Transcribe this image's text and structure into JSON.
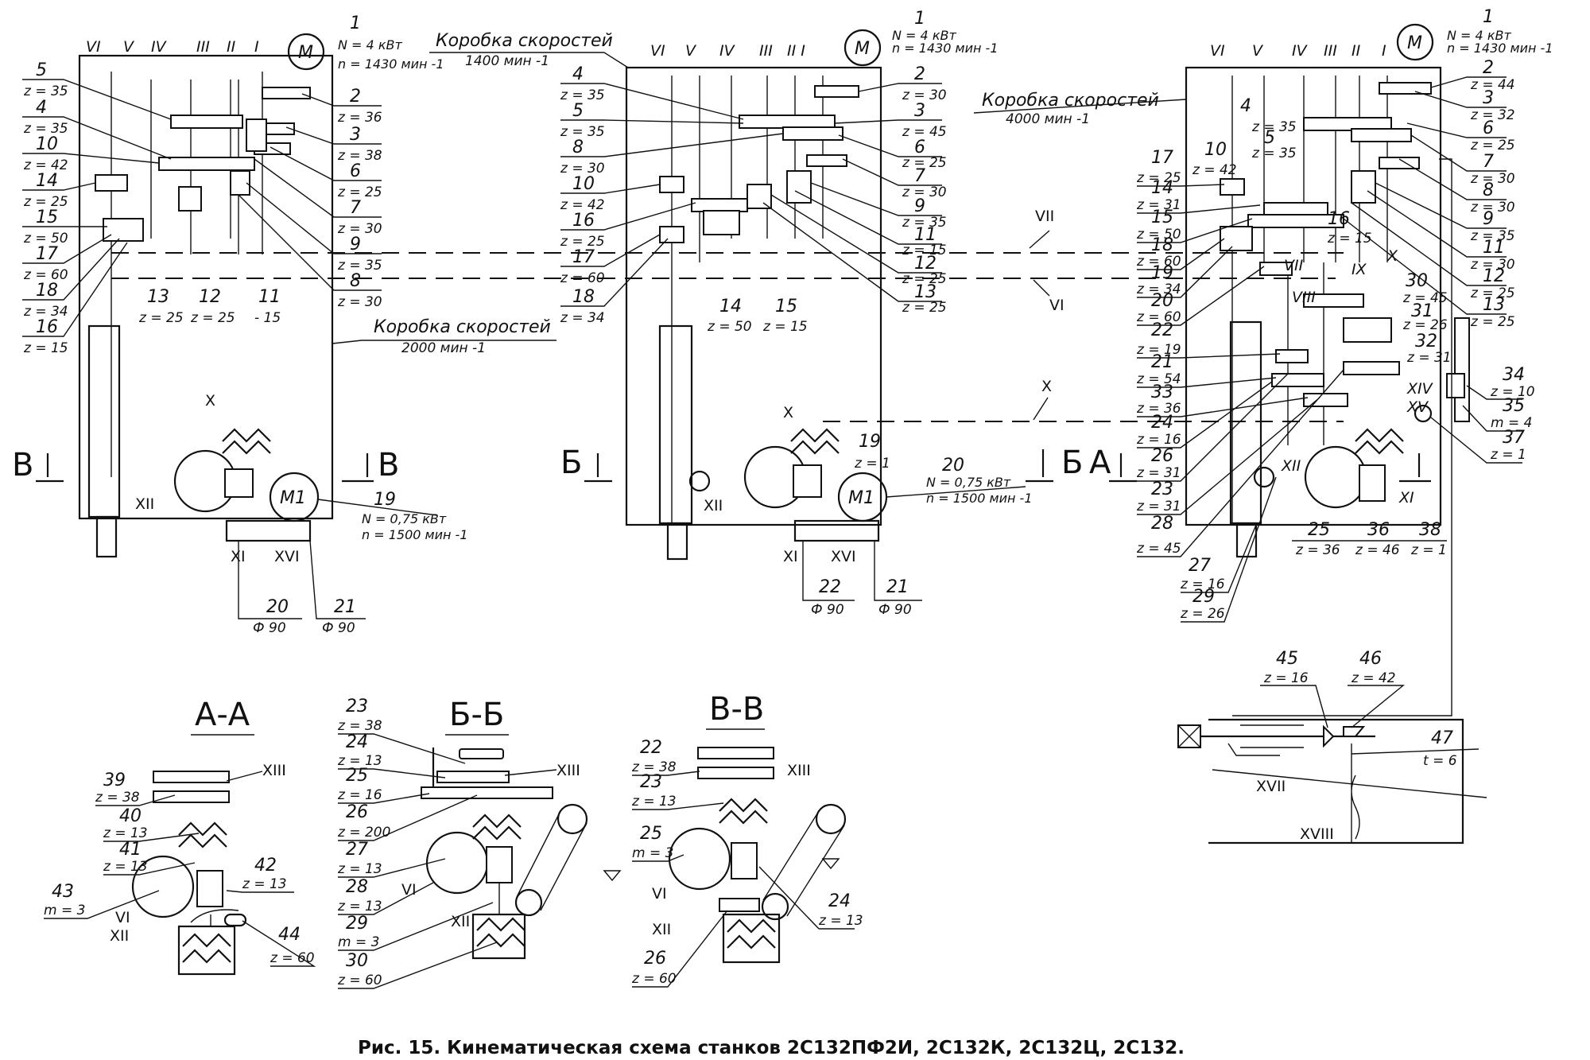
{
  "caption": "Рис.   15.   Кинематическая   схема   станков   2С132ПФ2И,   2С132К,   2С132Ц,   2С132.",
  "boxes": [
    {
      "title": "Коробка скоростей",
      "speed": "2000 мин -1"
    },
    {
      "title": "Коробка скоростей",
      "speed": "1400 мин -1"
    },
    {
      "title": "Коробка скоростей",
      "speed": "4000 мин -1"
    }
  ],
  "motor": {
    "symbol": "M",
    "power": "N = 4 кВт",
    "rpm": "n = 1430 мин -1"
  },
  "feed_motor": {
    "symbol": "M1",
    "power": "N = 0,75 кВт",
    "rpm": "n = 1500 мин -1"
  },
  "sections": {
    "aa": "А-А",
    "bb": "Б-Б",
    "vv": "В-В",
    "a": "А",
    "b": "Б",
    "v": "В"
  },
  "labels_left": [
    {
      "n": "5",
      "z": "z = 35"
    },
    {
      "n": "4",
      "z": "z = 35"
    },
    {
      "n": "10",
      "z": "z = 42"
    },
    {
      "n": "14",
      "z": "z = 25"
    },
    {
      "n": "15",
      "z": "z = 50"
    },
    {
      "n": "17",
      "z": "z = 60"
    },
    {
      "n": "18",
      "z": "z = 34"
    },
    {
      "n": "16",
      "z": "z = 15"
    }
  ],
  "labels_left_right": [
    {
      "n": "1",
      "z": ""
    },
    {
      "n": "2",
      "z": "z = 36"
    },
    {
      "n": "3",
      "z": "z = 38"
    },
    {
      "n": "6",
      "z": "z = 25"
    },
    {
      "n": "7",
      "z": "z = 30"
    },
    {
      "n": "9",
      "z": "z = 35"
    },
    {
      "n": "8",
      "z": "z = 30"
    }
  ],
  "labels_left_bottom": [
    {
      "n": "13",
      "z": "z = 25"
    },
    {
      "n": "12",
      "z": "z = 25"
    },
    {
      "n": "11",
      "z": "- 15"
    },
    {
      "n": "19",
      "z": ""
    },
    {
      "n": "20",
      "z": "Ф 90"
    },
    {
      "n": "21",
      "z": "Ф 90"
    }
  ],
  "labels_mid_left": [
    {
      "n": "4",
      "z": "z = 35"
    },
    {
      "n": "5",
      "z": "z = 35"
    },
    {
      "n": "8",
      "z": "z = 30"
    },
    {
      "n": "10",
      "z": "z = 42"
    },
    {
      "n": "16",
      "z": "z = 25"
    },
    {
      "n": "17",
      "z": "z = 60"
    },
    {
      "n": "18",
      "z": "z = 34"
    }
  ],
  "labels_mid_right": [
    {
      "n": "1",
      "z": ""
    },
    {
      "n": "2",
      "z": "z = 30"
    },
    {
      "n": "3",
      "z": "z = 45"
    },
    {
      "n": "6",
      "z": "z = 25"
    },
    {
      "n": "7",
      "z": "z = 30"
    },
    {
      "n": "9",
      "z": "z = 35"
    },
    {
      "n": "11",
      "z": "z = 15"
    },
    {
      "n": "12",
      "z": "z = 25"
    },
    {
      "n": "13",
      "z": "z = 25"
    }
  ],
  "labels_mid_bottom": [
    {
      "n": "14",
      "z": "z = 50"
    },
    {
      "n": "15",
      "z": "z = 15"
    },
    {
      "n": "19",
      "z": "z = 1"
    },
    {
      "n": "20",
      "z": ""
    },
    {
      "n": "22",
      "z": "Ф 90"
    },
    {
      "n": "21",
      "z": "Ф 90"
    }
  ],
  "labels_right_left": [
    {
      "n": "10",
      "z": "z = 42"
    },
    {
      "n": "17",
      "z": "z = 25"
    },
    {
      "n": "14",
      "z": "z = 31"
    },
    {
      "n": "15",
      "z": "z = 50"
    },
    {
      "n": "18",
      "z": "z = 60"
    },
    {
      "n": "19",
      "z": "z = 34"
    },
    {
      "n": "20",
      "z": "z = 60"
    },
    {
      "n": "22",
      "z": "z = 19"
    },
    {
      "n": "21",
      "z": "z = 54"
    },
    {
      "n": "33",
      "z": "z = 36"
    },
    {
      "n": "24",
      "z": "z = 16"
    },
    {
      "n": "26",
      "z": "z = 31"
    },
    {
      "n": "23",
      "z": "z = 31"
    },
    {
      "n": "28",
      "z": "z = 45"
    }
  ],
  "labels_right_right": [
    {
      "n": "1",
      "z": ""
    },
    {
      "n": "2",
      "z": "z = 44"
    },
    {
      "n": "3",
      "z": "z = 32"
    },
    {
      "n": "6",
      "z": "z = 25"
    },
    {
      "n": "7",
      "z": "z = 30"
    },
    {
      "n": "8",
      "z": "z = 30"
    },
    {
      "n": "9",
      "z": "z = 35"
    },
    {
      "n": "11",
      "z": "z = 30"
    },
    {
      "n": "12",
      "z": "z = 25"
    },
    {
      "n": "13",
      "z": "z = 25"
    }
  ],
  "labels_right_inner": [
    {
      "n": "4",
      "z": "z = 35"
    },
    {
      "n": "5",
      "z": "z = 35"
    },
    {
      "n": "16",
      "z": "z = 15"
    },
    {
      "n": "30",
      "z": "z = 45"
    },
    {
      "n": "31",
      "z": "z = 26"
    },
    {
      "n": "32",
      "z": "z = 31"
    },
    {
      "n": "34",
      "z": "z = 10"
    },
    {
      "n": "35",
      "z": "m = 4"
    },
    {
      "n": "37",
      "z": "z = 1"
    }
  ],
  "labels_right_bottom": [
    {
      "n": "27",
      "z": "z = 16"
    },
    {
      "n": "29",
      "z": "z = 26"
    },
    {
      "n": "25",
      "z": "z = 36"
    },
    {
      "n": "36",
      "z": "z = 46"
    },
    {
      "n": "38",
      "z": "z = 1"
    }
  ],
  "table_feed": [
    {
      "n": "45",
      "z": "z = 16"
    },
    {
      "n": "46",
      "z": "z = 42"
    },
    {
      "n": "47",
      "z": "t = 6"
    }
  ],
  "section_aa": [
    {
      "n": "39",
      "z": "z = 38"
    },
    {
      "n": "40",
      "z": "z = 13"
    },
    {
      "n": "41",
      "z": "z = 13"
    },
    {
      "n": "42",
      "z": "z = 13"
    },
    {
      "n": "43",
      "z": "m = 3"
    },
    {
      "n": "44",
      "z": "z = 60"
    }
  ],
  "section_bb": [
    {
      "n": "23",
      "z": "z = 38"
    },
    {
      "n": "24",
      "z": "z = 13"
    },
    {
      "n": "25",
      "z": "z = 16"
    },
    {
      "n": "26",
      "z": "z = 200"
    },
    {
      "n": "27",
      "z": "z = 13"
    },
    {
      "n": "28",
      "z": "z = 13"
    },
    {
      "n": "29",
      "z": "m = 3"
    },
    {
      "n": "30",
      "z": "z = 60"
    }
  ],
  "section_vv": [
    {
      "n": "22",
      "z": "z = 38"
    },
    {
      "n": "23",
      "z": "z = 13"
    },
    {
      "n": "25",
      "z": "m = 3"
    },
    {
      "n": "24",
      "z": "z = 13"
    },
    {
      "n": "26",
      "z": "z = 60"
    }
  ],
  "shafts": [
    "I",
    "II",
    "III",
    "IV",
    "V",
    "VI",
    "VII",
    "VIII",
    "IX",
    "X",
    "XI",
    "XII",
    "XIII",
    "XIV",
    "XV",
    "XVI",
    "XVII",
    "XVIII"
  ]
}
